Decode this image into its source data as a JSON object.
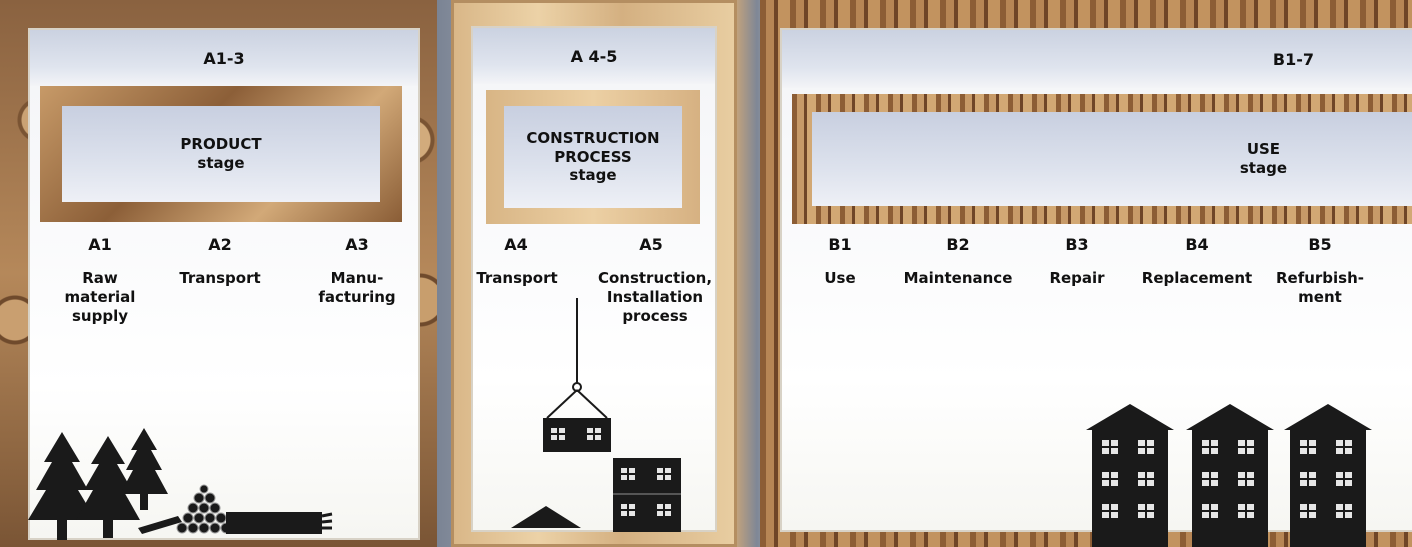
{
  "panels": {
    "product": {
      "header": "A1-3",
      "stage_title": "PRODUCT\nstage",
      "modules": [
        {
          "code": "A1",
          "label": "Raw\nmaterial\nsupply"
        },
        {
          "code": "A2",
          "label": "Transport"
        },
        {
          "code": "A3",
          "label": "Manu-\nfacturing"
        }
      ]
    },
    "construction": {
      "header": "A 4-5",
      "stage_title": "CONSTRUCTION\nPROCESS\nstage",
      "modules": [
        {
          "code": "A4",
          "label": "Transport"
        },
        {
          "code": "A5",
          "label": "Construction,\nInstallation\nprocess"
        }
      ]
    },
    "use": {
      "header": "B1-7",
      "stage_title": "USE\nstage",
      "modules": [
        {
          "code": "B1",
          "label": "Use"
        },
        {
          "code": "B2",
          "label": "Maintenance"
        },
        {
          "code": "B3",
          "label": "Repair"
        },
        {
          "code": "B4",
          "label": "Replacement"
        },
        {
          "code": "B5",
          "label": "Refurbish-\nment"
        }
      ]
    }
  },
  "icons": [
    "tree-icon",
    "log-pile-icon",
    "lumber-icon",
    "crane-hook-icon",
    "building-module-icon",
    "building-icon"
  ],
  "colors": {
    "text": "#111111",
    "band": "#dde2ed",
    "wood_light": "#e6c79c",
    "wood_dark": "#8a5a33",
    "silhouette": "#1a1a1a"
  }
}
